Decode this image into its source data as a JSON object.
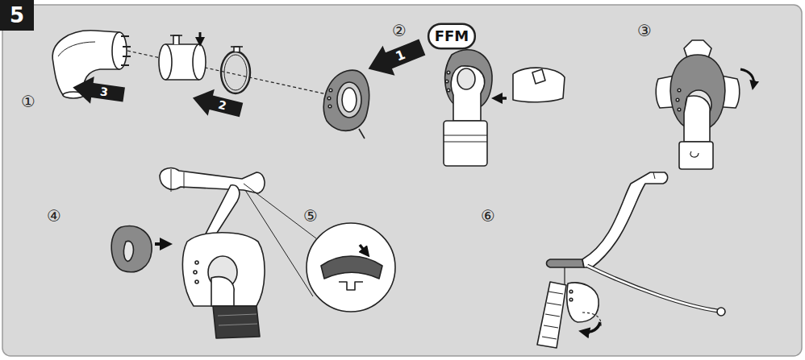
{
  "diagram": {
    "nodes": [
      {
        "text": [
          "5"
        ]
      },
      {
        "text": [
          "1"
        ]
      },
      {
        "text": [
          "2"
        ]
      },
      {
        "text": [
          "3"
        ]
      },
      {
        "text": [
          "FFM"
        ]
      }
    ],
    "labels": [
      "①",
      "②",
      "③",
      "④",
      "⑤",
      "⑥"
    ]
  }
}
